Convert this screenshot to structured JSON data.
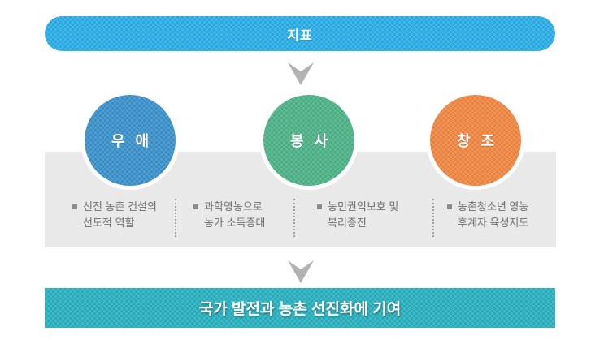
{
  "header": {
    "label": "지표"
  },
  "circles": [
    {
      "id": "friendship",
      "label": "우 애",
      "color": "#3a90c8"
    },
    {
      "id": "service",
      "label": "봉 사",
      "color": "#4cb086"
    },
    {
      "id": "creation",
      "label": "창 조",
      "color": "#ee8440"
    }
  ],
  "items": [
    {
      "line1": "선진 농촌 건설의",
      "line2": "선도적 역할"
    },
    {
      "line1": "과학영농으로",
      "line2": "농가 소득증대"
    },
    {
      "line1": "농민권익보호 및",
      "line2": "복리증진"
    },
    {
      "line1": "농촌청소년 영농",
      "line2": "후계자 육성지도"
    }
  ],
  "footer": {
    "label": "국가 발전과 농촌 선진화에 기여"
  },
  "icons": {
    "down_arrow": "down-arrow"
  },
  "colors": {
    "header_blue": "#29abe2",
    "circle_blue": "#3a90c8",
    "circle_green": "#4cb086",
    "circle_orange": "#ee8440",
    "band_gray": "#e9e9e9",
    "footer_teal": "#28aebc",
    "arrow_gray": "#b2b2b2",
    "text_gray": "#6e6e6e",
    "bullet_gray": "#8c8c8c"
  }
}
